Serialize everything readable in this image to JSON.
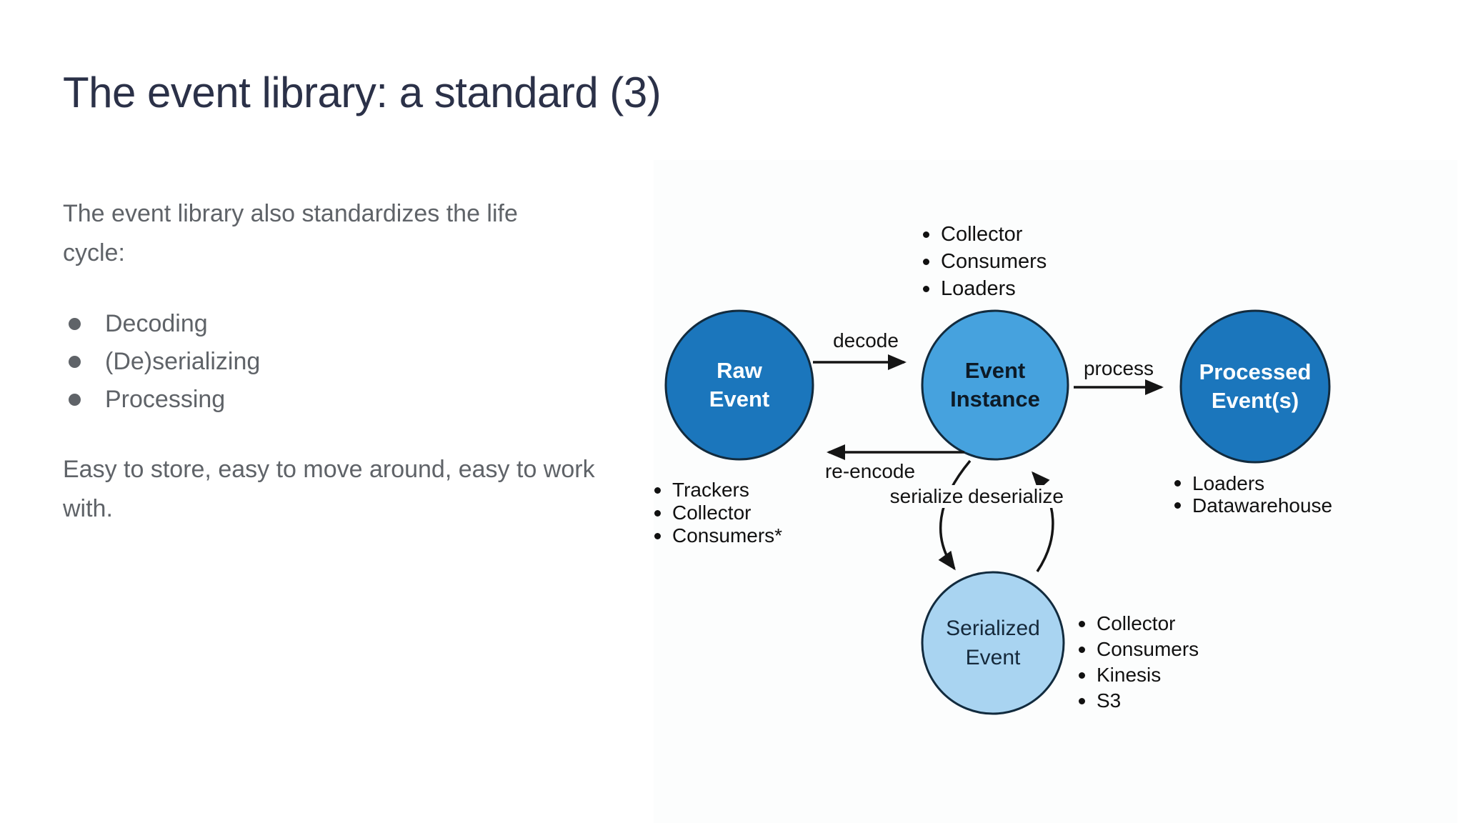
{
  "slide": {
    "title": "The event library: a standard (3)",
    "intro": "The event library also standardizes the life cycle:",
    "bullets": [
      "Decoding",
      "(De)serializing",
      "Processing"
    ],
    "outro": "Easy to store, easy to move around, easy to work with."
  },
  "diagram": {
    "nodes": {
      "raw": "Raw\nEvent",
      "instance": "Event\nInstance",
      "processed": "Processed\nEvent(s)",
      "serialized": "Serialized\nEvent"
    },
    "edges": {
      "decode": "decode",
      "re_encode": "re-encode",
      "process": "process",
      "serialize": "serialize",
      "deserialize": "deserialize"
    },
    "lists": {
      "top": [
        "Collector",
        "Consumers",
        "Loaders"
      ],
      "left": [
        "Trackers",
        "Collector",
        "Consumers*"
      ],
      "right": [
        "Loaders",
        "Datawarehouse"
      ],
      "bottom": [
        "Collector",
        "Consumers",
        "Kinesis",
        "S3"
      ]
    },
    "colors": {
      "node_dark": "#1b76bc",
      "node_medium": "#46a2de",
      "node_light": "#a9d4f1",
      "node_stroke": "#122b3e",
      "arrow": "#151515"
    }
  },
  "colors": {
    "title": "#2b3148",
    "body_text": "#5f6368",
    "background": "#ffffff"
  }
}
